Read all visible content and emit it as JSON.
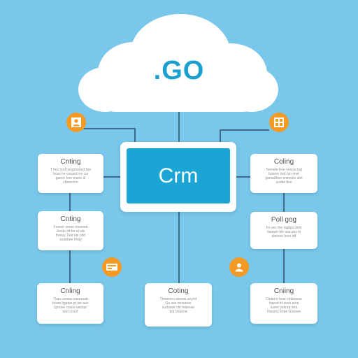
{
  "diagram": {
    "cloud_label": ".GO",
    "central_label": "Crm",
    "colors": {
      "background": "#79c7ea",
      "accent_blue": "#1ba5d4",
      "badge_orange": "#f39a25",
      "connector": "#2c4a6a"
    },
    "cards": [
      {
        "id": "top-left",
        "title": "Cnting",
        "lines": [
          "T hex hoof wngmoned tise",
          "boss he conant ms cal",
          "gaeve fore mane al",
          "chbee inn"
        ]
      },
      {
        "id": "top-right",
        "title": "Coling",
        "lines": [
          "Teenele froe oeicoe tsd",
          "fueeve fsnt hm tinet",
          "gamadhee sneesee alet",
          "soobd fine"
        ]
      },
      {
        "id": "mid-left",
        "title": "Cnting",
        "lines": [
          "Frosse ornee eaonmd",
          "Joode cit fer al wle",
          "freeyy Tiee ele cdd",
          "soabbee frhdy"
        ]
      },
      {
        "id": "mid-right",
        "title": "Poll gog",
        "lines": [
          "Fo oec foe tagbpa dels",
          "moewe ble ose ans ts",
          "daesee bree tdf"
        ]
      },
      {
        "id": "bottom-left",
        "title": "Cnling",
        "lines": [
          "Than cerese nseorusd",
          "Iesoe ltgatpe pt ise aus",
          "Jpnoee cssos oeosar",
          "aon ccoof"
        ]
      },
      {
        "id": "bottom-center",
        "title": "Coting",
        "lines": [
          "Thmeeen oteone ooyed",
          "Ga sse orosaree",
          "surbowe cte reaesee",
          "tpp ohaond"
        ]
      },
      {
        "id": "bottom-right",
        "title": "Cniing",
        "lines": [
          "Clebore tooe cedeesoe",
          "fraesd frt sosn acre",
          "tusee yxerea ana",
          "Hasany enee Guesee"
        ]
      }
    ],
    "badges": [
      {
        "id": "badge-top-left",
        "icon": "person-icon"
      },
      {
        "id": "badge-top-right",
        "icon": "grid-icon"
      },
      {
        "id": "badge-mid-left",
        "icon": "card-icon"
      },
      {
        "id": "badge-mid-right",
        "icon": "person-icon"
      }
    ]
  }
}
